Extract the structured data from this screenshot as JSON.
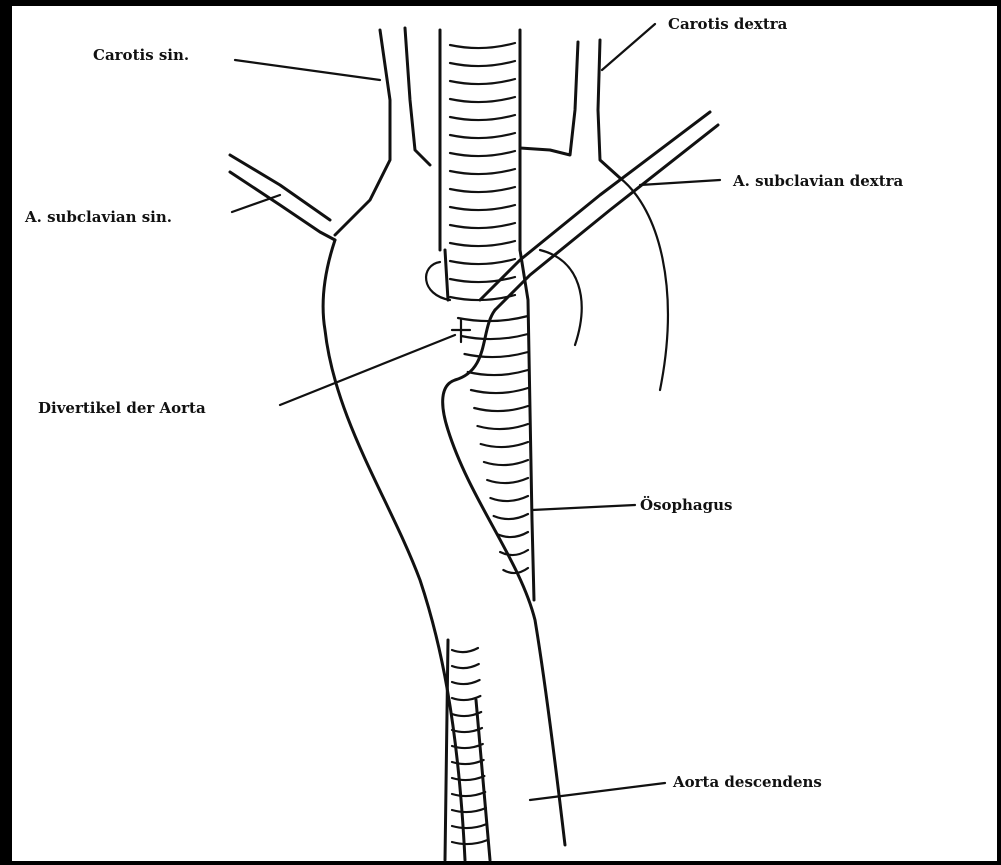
{
  "labels": {
    "carotis_sin": "Carotis sin.",
    "carotis_dextra": "Carotis dextra",
    "subclavian_sin": "A. subclavian sin.",
    "subclavian_dextra": "A. subclavian dextra",
    "divertikel": "Divertikel der Aorta",
    "oesophagus": "Ösophagus",
    "aorta_descendens": "Aorta descendens"
  }
}
